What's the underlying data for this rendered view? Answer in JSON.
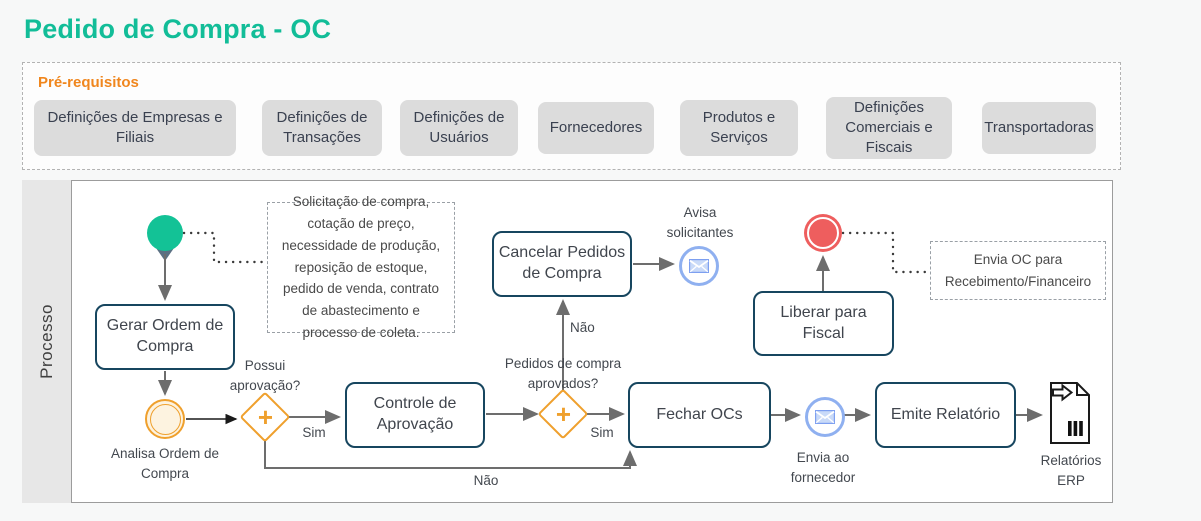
{
  "title": "Pedido de Compra - OC",
  "prereq": {
    "label": "Pré-requisitos",
    "items": [
      {
        "label": "Definições de Empresas e Filiais"
      },
      {
        "label": "Definições de Transações"
      },
      {
        "label": "Definições de Usuários"
      },
      {
        "label": "Fornecedores"
      },
      {
        "label": "Produtos e Serviços"
      },
      {
        "label": "Definições Comerciais e Fiscais"
      },
      {
        "label": "Transportadoras"
      }
    ]
  },
  "process": {
    "lane_label": "Processo",
    "tasks": {
      "gerar_ordem": "Gerar Ordem de Compra",
      "controle_aprovacao": "Controle de Aprovação",
      "cancelar_pedidos": "Cancelar Pedidos de Compra",
      "fechar_ocs": "Fechar OCs",
      "liberar_fiscal": "Liberar para Fiscal",
      "emite_relatorio": "Emite Relatório"
    },
    "labels": {
      "analisa_ordem": "Analisa Ordem de Compra",
      "avisa_solicitantes": "Avisa solicitantes",
      "envia_fornecedor": "Envia ao fornecedor",
      "relatorios_erp": "Relatórios ERP"
    },
    "gateways": {
      "possui_aprovacao": "Possui aprovação?",
      "pedidos_aprovados": "Pedidos de compra aprovados?",
      "sim": "Sim",
      "nao": "Não"
    },
    "annotations": {
      "inicio": "Solicitação de compra, cotação de preço, necessidade de produção, reposição de estoque, pedido de venda, contrato de abastecimento e processo de coleta.",
      "fim": "Envia OC para Recebimento/Financeiro"
    },
    "icons": {
      "start_event": "start-event-circle",
      "end_event": "end-event-circle",
      "message_event": "message-envelope-icon",
      "report_document": "document-report-icon"
    },
    "colors": {
      "accent_green": "#12bd98",
      "accent_orange": "#f0861d",
      "gateway_orange": "#efa02d",
      "task_border": "#17465f",
      "message_blue": "#8fb0f0",
      "end_red": "#ee5e5e"
    }
  }
}
